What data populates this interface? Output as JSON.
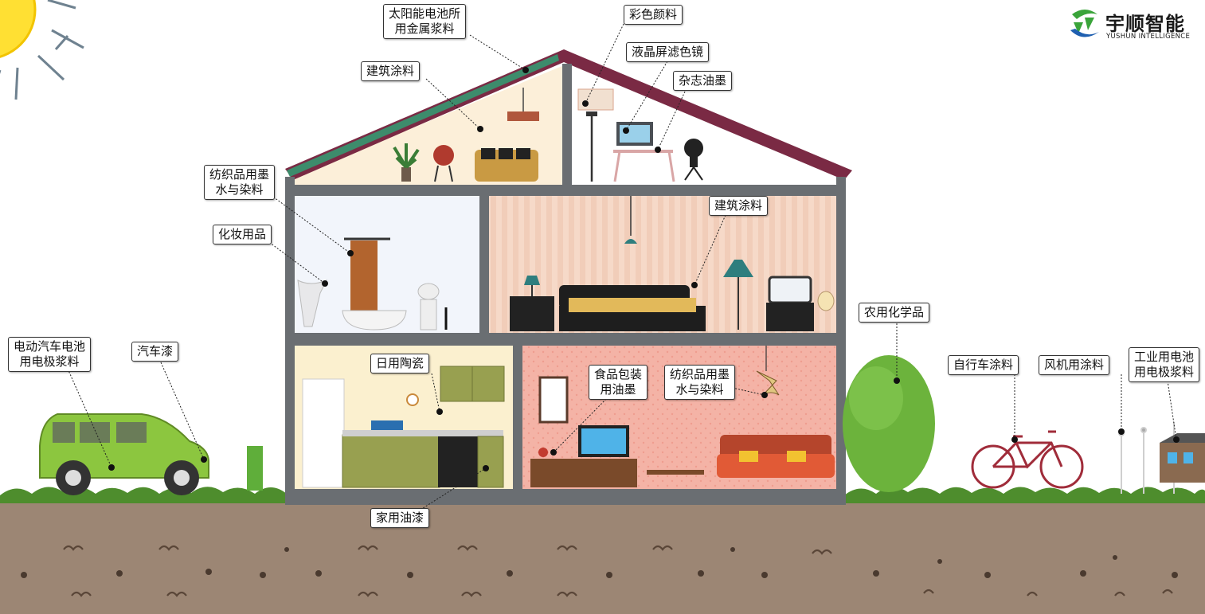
{
  "brand": {
    "name_cn": "宇顺智能",
    "name_en": "YUSHUN INTELLIGENCE",
    "colors": {
      "green": "#3aa43a",
      "blue": "#1f5fb0"
    }
  },
  "colors": {
    "roof": "#7a2a44",
    "wall": "#6a6e72",
    "ground": "#9c8674",
    "grass": "#4e8d2d",
    "car": "#8cc63f",
    "bush": "#6cb33c"
  },
  "callouts": [
    {
      "id": "solar-cell-metal-paste",
      "lines": [
        "太阳能电池所",
        "用金属浆料"
      ]
    },
    {
      "id": "color-pigment",
      "lines": [
        "彩色颜料"
      ]
    },
    {
      "id": "lcd-color-filter",
      "lines": [
        "液晶屏滤色镜"
      ]
    },
    {
      "id": "magazine-ink",
      "lines": [
        "杂志油墨"
      ]
    },
    {
      "id": "architectural-coating-attic",
      "lines": [
        "建筑涂料"
      ]
    },
    {
      "id": "textile-ink-dye-bath",
      "lines": [
        "纺织品用墨",
        "水与染料"
      ]
    },
    {
      "id": "cosmetics",
      "lines": [
        "化妆用品"
      ]
    },
    {
      "id": "architectural-coating-bedroom",
      "lines": [
        "建筑涂料"
      ]
    },
    {
      "id": "ev-battery-electrode-paste",
      "lines": [
        "电动汽车电池",
        "用电极浆料"
      ]
    },
    {
      "id": "automotive-paint",
      "lines": [
        "汽车漆"
      ]
    },
    {
      "id": "daily-ceramics",
      "lines": [
        "日用陶瓷"
      ]
    },
    {
      "id": "food-packaging-ink",
      "lines": [
        "食品包装",
        "用油墨"
      ]
    },
    {
      "id": "textile-ink-dye-living",
      "lines": [
        "纺织品用墨",
        "水与染料"
      ]
    },
    {
      "id": "household-paint",
      "lines": [
        "家用油漆"
      ]
    },
    {
      "id": "agrochemicals",
      "lines": [
        "农用化学品"
      ]
    },
    {
      "id": "bicycle-coating",
      "lines": [
        "自行车涂料"
      ]
    },
    {
      "id": "wind-turbine-coating",
      "lines": [
        "风机用涂料"
      ]
    },
    {
      "id": "industrial-battery-electrode-paste",
      "lines": [
        "工业用电池",
        "用电极浆料"
      ]
    }
  ]
}
